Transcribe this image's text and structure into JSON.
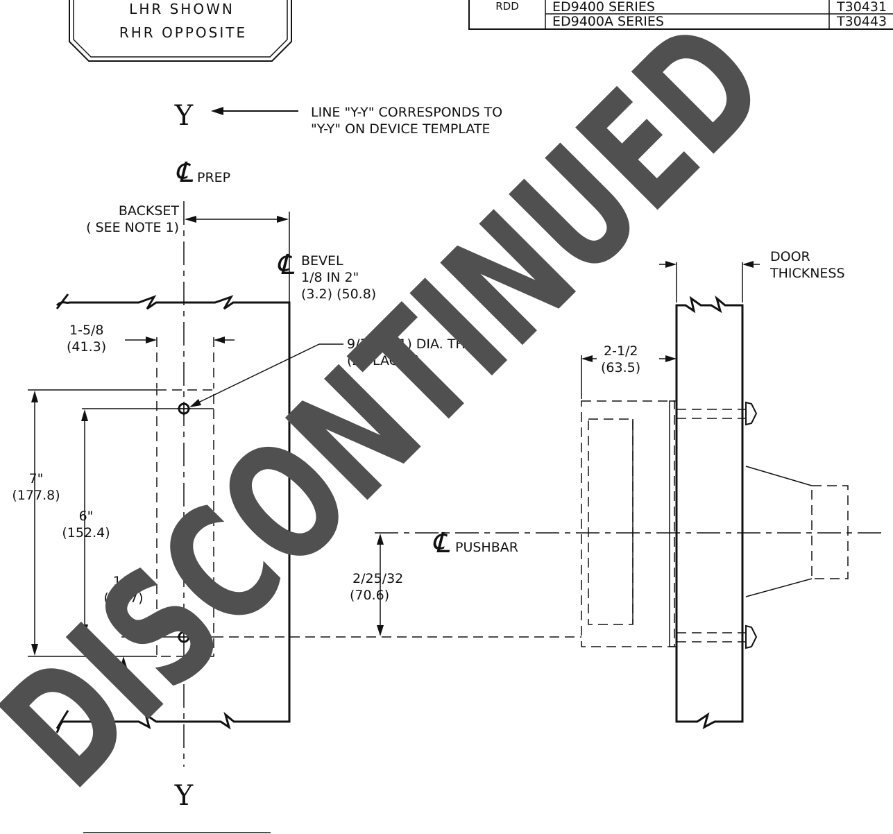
{
  "handing_box": {
    "line1": "LHR SHOWN",
    "line2": "RHR OPPOSITE"
  },
  "template_table": {
    "group_label": "RDD",
    "rows": [
      {
        "series": "ED9400 SERIES",
        "template": "T30431"
      },
      {
        "series": "ED9400A SERIES",
        "template": "T30443"
      }
    ]
  },
  "y_axis": {
    "top_label": "Y",
    "bottom_label": "Y"
  },
  "note_yy": {
    "line1": "LINE \"Y-Y\" CORRESPONDS TO",
    "line2": "\"Y-Y\" ON DEVICE TEMPLATE"
  },
  "centerlines": {
    "symbol": "℄",
    "prep_label": "PREP",
    "bevel_label": "BEVEL",
    "pushbar_label": "PUSHBAR"
  },
  "backset": {
    "line1": "BACKSET",
    "line2": "( SEE NOTE 1)"
  },
  "bevel": {
    "line1": "1/8 IN 2\"",
    "line2": "(3.2) (50.8)"
  },
  "dim_1_5_8": {
    "line1": "1-5/8",
    "line2": "(41.3)"
  },
  "hole_note": {
    "line1": "9/32 (7.1) DIA. THRU",
    "line2": "(2 PLACES)"
  },
  "dim_7": {
    "line1": "7\"",
    "line2": "(177.8)"
  },
  "dim_6": {
    "line1": "6\"",
    "line2": "(152.4)"
  },
  "dim_1_2": {
    "line1": "1/2",
    "line2": "(12.7)"
  },
  "dim_2_25_32": {
    "line1": "2/25/32",
    "line2": "(70.6)"
  },
  "dim_2_1_2": {
    "line1": "2-1/2",
    "line2": "(63.5)"
  },
  "door_thickness": {
    "line1": "DOOR",
    "line2": "THICKNESS"
  },
  "watermark": {
    "text": "DISCONTINUED",
    "color": "#505050"
  }
}
